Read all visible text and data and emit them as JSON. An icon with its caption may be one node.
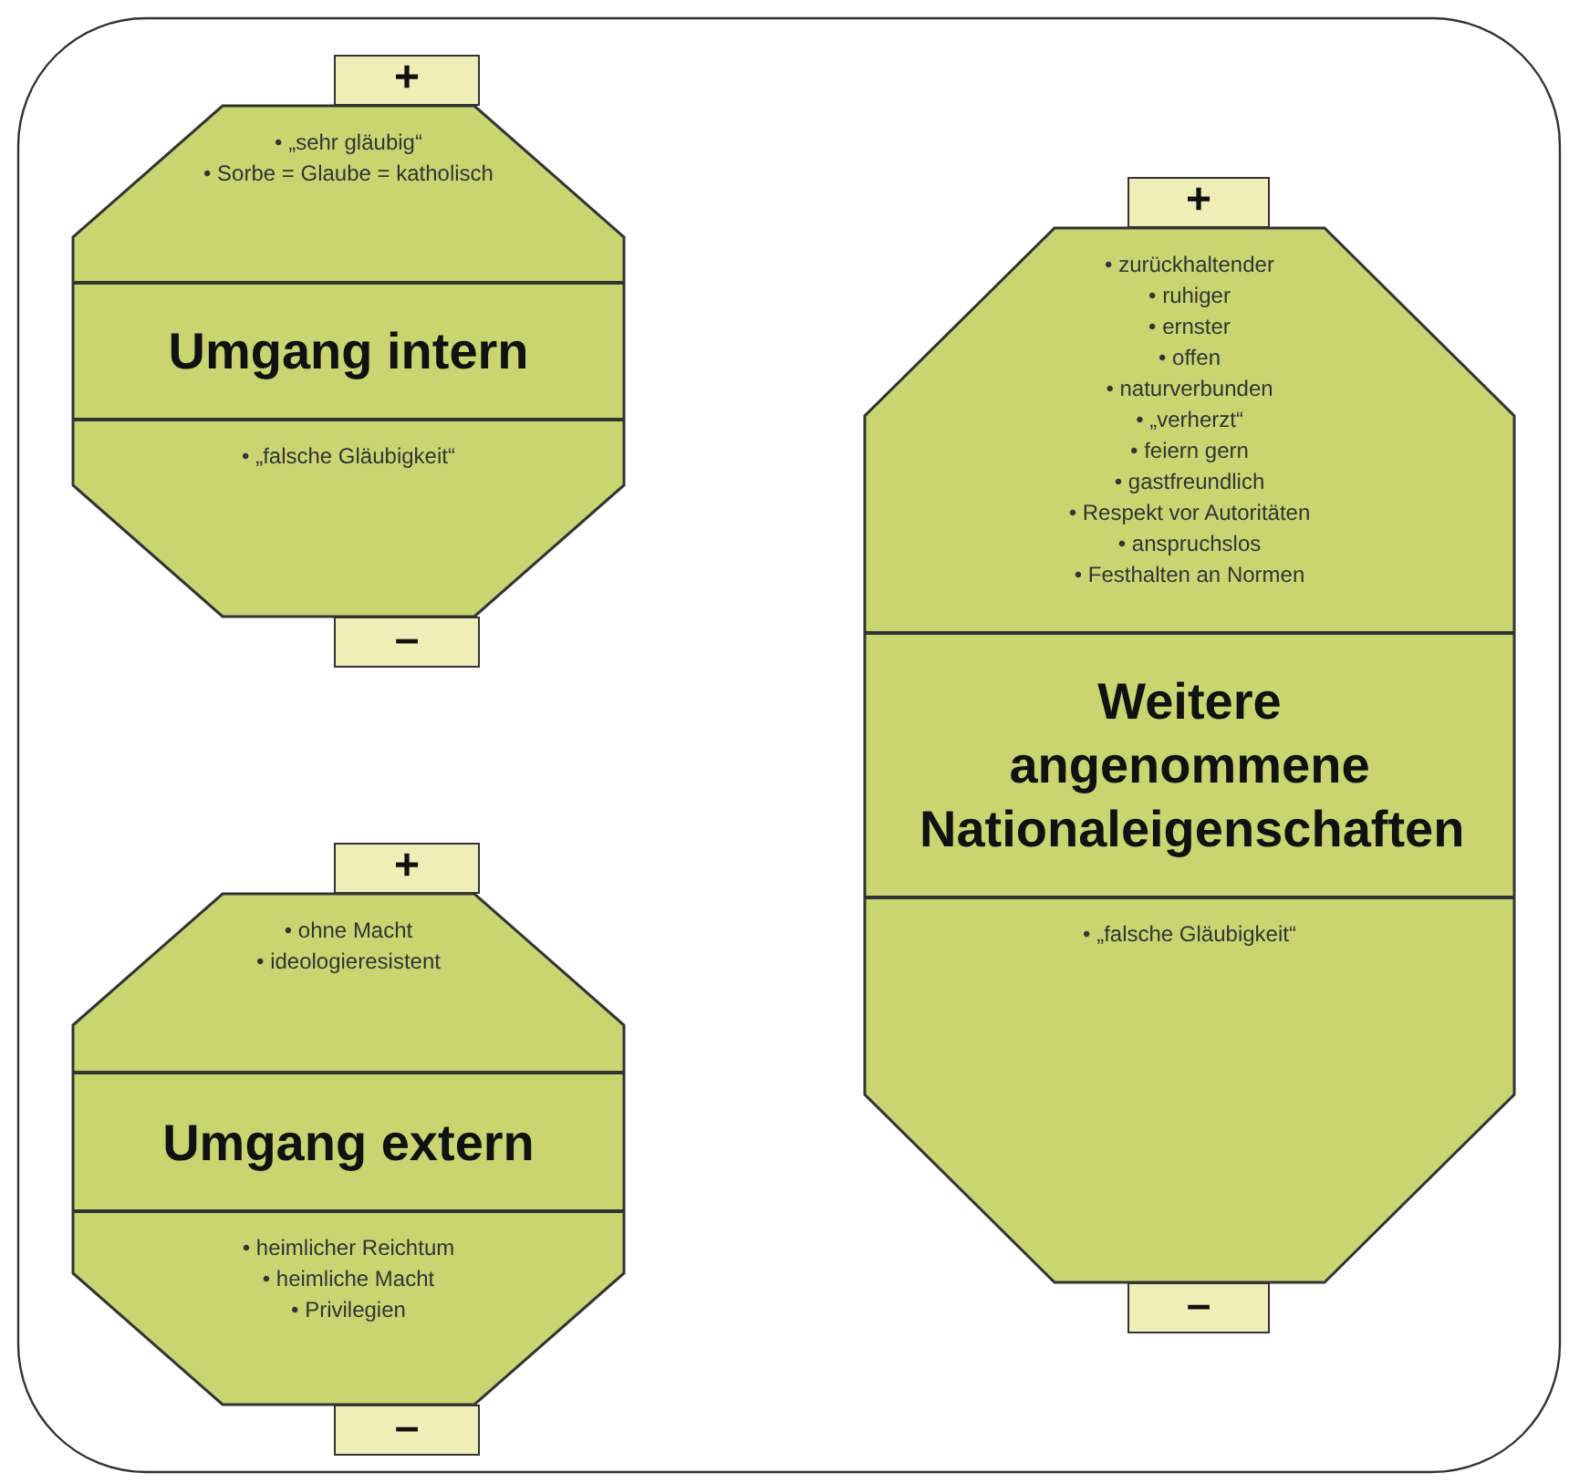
{
  "diagram": {
    "nodes": [
      {
        "text": [
          "+"
        ]
      },
      {
        "text": [],
        "shape": "octagon"
      },
      {
        "text": [
          "• „sehr gläubig“",
          "• Sorbe = Glaube = katholisch"
        ],
        "in": 1
      },
      {
        "text": [
          "Umgang intern"
        ],
        "in": 1
      },
      {
        "text": [
          "• „falsche Gläubigkeit“"
        ],
        "in": 1
      },
      {
        "text": [
          "–"
        ]
      },
      {
        "text": [
          "+"
        ]
      },
      {
        "text": [],
        "shape": "octagon"
      },
      {
        "text": [
          "• ohne Macht",
          "• ideologieresistent"
        ],
        "in": 7
      },
      {
        "text": [
          "Umgang extern"
        ],
        "in": 7
      },
      {
        "text": [
          "• heimlicher Reichtum",
          "• heimliche Macht",
          "• Privilegien"
        ],
        "in": 7
      },
      {
        "text": [
          "–"
        ]
      },
      {
        "text": [
          "+"
        ]
      },
      {
        "text": [],
        "shape": "octagon"
      },
      {
        "text": [
          "• zurückhaltender",
          "• ruhiger",
          "• ernster",
          "• offen",
          "• naturverbunden",
          "• „verherzt“",
          "• feiern gern",
          "• gastfreundlich",
          "• Respekt vor Autoritäten",
          "• anspruchslos",
          "• Festhalten an Normen"
        ],
        "in": 13
      },
      {
        "text": [
          "Weitere angenommene Nationaleigenschaften"
        ],
        "in": 13
      },
      {
        "text": [
          "• „falsche Gläubigkeit“"
        ],
        "in": 13
      },
      {
        "text": [
          "–"
        ]
      }
    ],
    "edges": []
  }
}
